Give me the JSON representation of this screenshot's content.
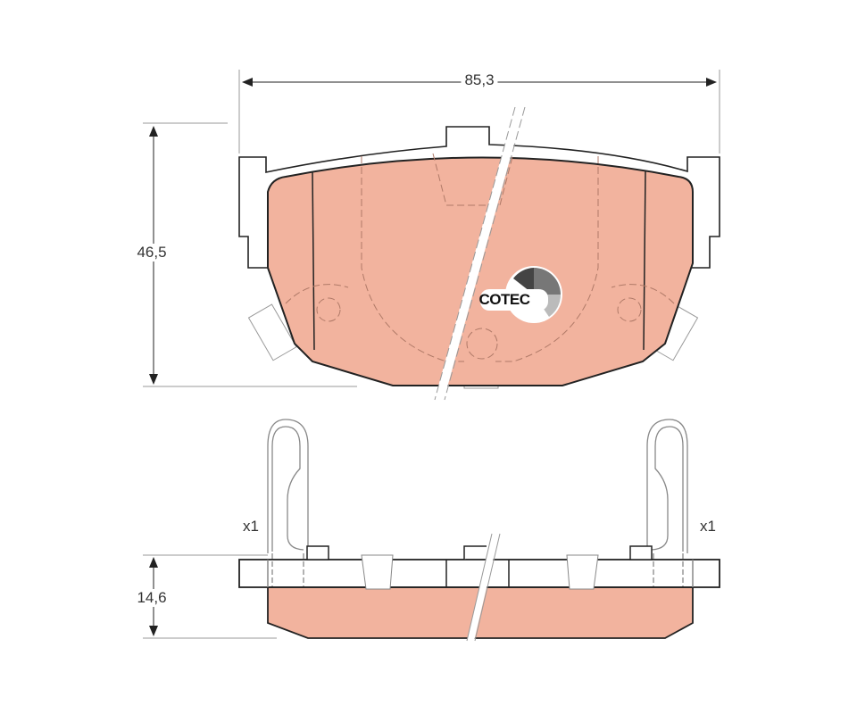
{
  "dimensions": {
    "width": "85,3",
    "height": "46,5",
    "thickness": "14,6"
  },
  "quantity_labels": {
    "left": "x1",
    "right": "x1"
  },
  "logo": {
    "text": "COTEC"
  },
  "colors": {
    "friction": "#f2b39e",
    "outline": "#222222",
    "dim_line": "#999999"
  }
}
